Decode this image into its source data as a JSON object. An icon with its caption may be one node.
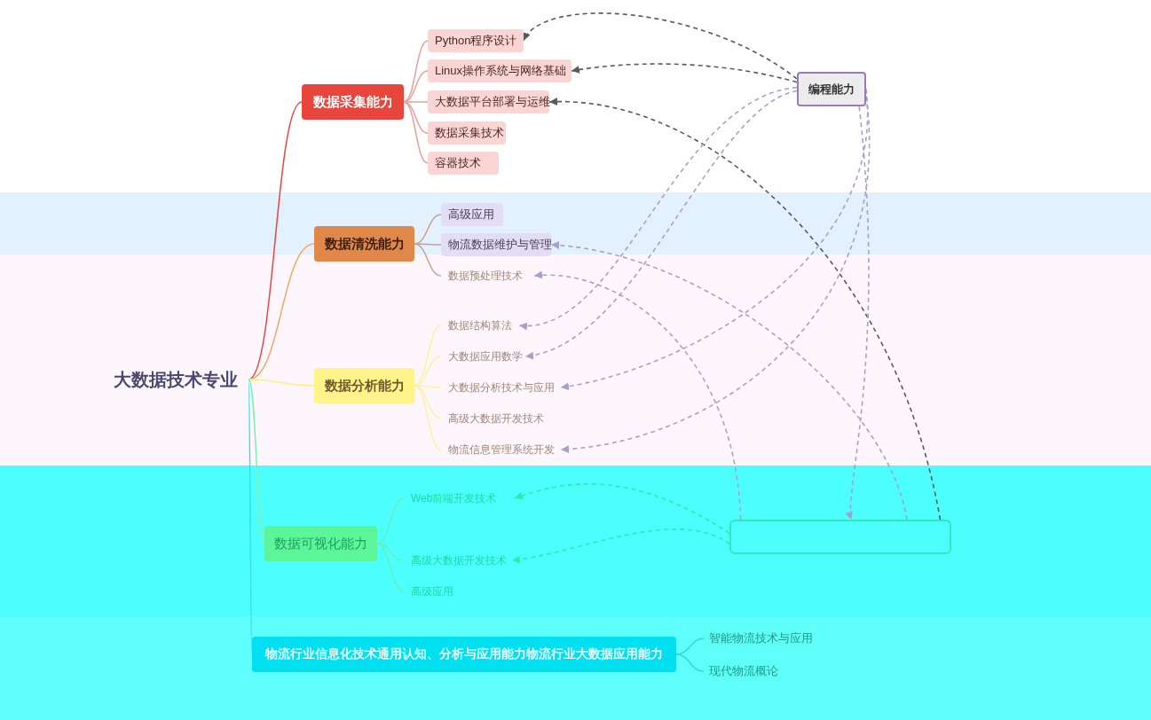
{
  "diagram": {
    "nodes": [
      {
        "text": [
          "大数据技术专业"
        ]
      },
      {
        "text": [
          "数据采集能力"
        ]
      },
      {
        "text": [
          "Python程序设计"
        ]
      },
      {
        "text": [
          "Linux操作系统与网络基础"
        ]
      },
      {
        "text": [
          "大数据平台部署与运维"
        ]
      },
      {
        "text": [
          "数据采集技术"
        ]
      },
      {
        "text": [
          "容器技术"
        ]
      },
      {
        "text": [
          "数据清洗能力"
        ]
      },
      {
        "text": [
          "高级应用"
        ]
      },
      {
        "text": [
          "物流数据维护与管理"
        ]
      },
      {
        "text": [
          "数据预处理技术"
        ]
      },
      {
        "text": [
          "数据分析能力"
        ]
      },
      {
        "text": [
          "数据结构算法"
        ]
      },
      {
        "text": [
          "大数据应用数学"
        ]
      },
      {
        "text": [
          "大数据分析技术与应用"
        ]
      },
      {
        "text": [
          "高级大数据开发技术"
        ]
      },
      {
        "text": [
          "物流信息管理系统开发"
        ]
      },
      {
        "text": [
          "数据可视化能力"
        ]
      },
      {
        "text": [
          "Web前端开发技术"
        ]
      },
      {
        "text": [
          "高级大数据开发技术"
        ]
      },
      {
        "text": [
          "高级应用"
        ]
      },
      {
        "text": [
          "物流行业信息化技术通用认知、分析与应用能力物流行业大数据应用能力"
        ]
      },
      {
        "text": [
          "智能物流技术与应用"
        ]
      },
      {
        "text": [
          "现代物流概论"
        ]
      },
      {
        "text": [
          "编程能力"
        ]
      },
      {
        "text": [],
        "shape": "box"
      }
    ],
    "edges": [
      {
        "from": 0,
        "to": 1,
        "arrow": "none",
        "color": "#e8453c"
      },
      {
        "from": 0,
        "to": 7,
        "arrow": "none",
        "color": "#f0a868"
      },
      {
        "from": 0,
        "to": 11,
        "arrow": "none",
        "color": "#fff080"
      },
      {
        "from": 0,
        "to": 17,
        "arrow": "none",
        "color": "#7ff0b0"
      },
      {
        "from": 0,
        "to": 21,
        "arrow": "none",
        "color": "#30e0f0"
      },
      {
        "from": 1,
        "to": 2,
        "arrow": "none",
        "color": "#e8a09a"
      },
      {
        "from": 1,
        "to": 3,
        "arrow": "none",
        "color": "#e8a09a"
      },
      {
        "from": 1,
        "to": 4,
        "arrow": "none",
        "color": "#e8a09a"
      },
      {
        "from": 1,
        "to": 5,
        "arrow": "none",
        "color": "#e8a09a"
      },
      {
        "from": 1,
        "to": 6,
        "arrow": "none",
        "color": "#e8a09a"
      },
      {
        "from": 7,
        "to": 8,
        "arrow": "none",
        "color": "#c8a090"
      },
      {
        "from": 7,
        "to": 9,
        "arrow": "none",
        "color": "#c8a090"
      },
      {
        "from": 7,
        "to": 10,
        "arrow": "none",
        "color": "#c8a090"
      },
      {
        "from": 11,
        "to": 12,
        "arrow": "none",
        "color": "#fff0a0"
      },
      {
        "from": 11,
        "to": 13,
        "arrow": "none",
        "color": "#fff0a0"
      },
      {
        "from": 11,
        "to": 14,
        "arrow": "none",
        "color": "#fff0a0"
      },
      {
        "from": 11,
        "to": 15,
        "arrow": "none",
        "color": "#fff0a0"
      },
      {
        "from": 11,
        "to": 16,
        "arrow": "none",
        "color": "#fff0a0"
      },
      {
        "from": 17,
        "to": 18,
        "arrow": "none",
        "color": "#60f0c0"
      },
      {
        "from": 17,
        "to": 19,
        "arrow": "none",
        "color": "#60f0c0"
      },
      {
        "from": 17,
        "to": 20,
        "arrow": "none",
        "color": "#60f0c0"
      },
      {
        "from": 21,
        "to": 22,
        "arrow": "none",
        "color": "#30d8e0"
      },
      {
        "from": 21,
        "to": 23,
        "arrow": "none",
        "color": "#30d8e0"
      },
      {
        "from": 24,
        "to": 2,
        "arrow": "to",
        "style": "dashed",
        "color": "#5a5a5a"
      },
      {
        "from": 24,
        "to": 3,
        "arrow": "to",
        "style": "dashed",
        "color": "#5a5a5a"
      },
      {
        "from": 25,
        "to": 4,
        "arrow": "to",
        "style": "dashed",
        "color": "#5a5a5a"
      },
      {
        "from": 24,
        "to": 12,
        "arrow": "to",
        "style": "dashed",
        "color": "#a8a0cc"
      },
      {
        "from": 24,
        "to": 13,
        "arrow": "to",
        "style": "dashed",
        "color": "#a8a0cc"
      },
      {
        "from": 24,
        "to": 14,
        "arrow": "to",
        "style": "dashed",
        "color": "#a8a0cc"
      },
      {
        "from": 24,
        "to": 16,
        "arrow": "to",
        "style": "dashed",
        "color": "#a8a0cc"
      },
      {
        "from": 24,
        "to": 25,
        "arrow": "to",
        "style": "dashed",
        "color": "#a8a0cc"
      },
      {
        "from": 25,
        "to": 9,
        "arrow": "to",
        "style": "dashed",
        "color": "#a8a0cc"
      },
      {
        "from": 25,
        "to": 10,
        "arrow": "to",
        "style": "dashed",
        "color": "#a8a0cc"
      },
      {
        "from": 25,
        "to": 18,
        "arrow": "to",
        "style": "dashed",
        "color": "#30e8b0"
      },
      {
        "from": 25,
        "to": 19,
        "arrow": "to",
        "style": "dashed",
        "color": "#30e8b0"
      }
    ]
  }
}
